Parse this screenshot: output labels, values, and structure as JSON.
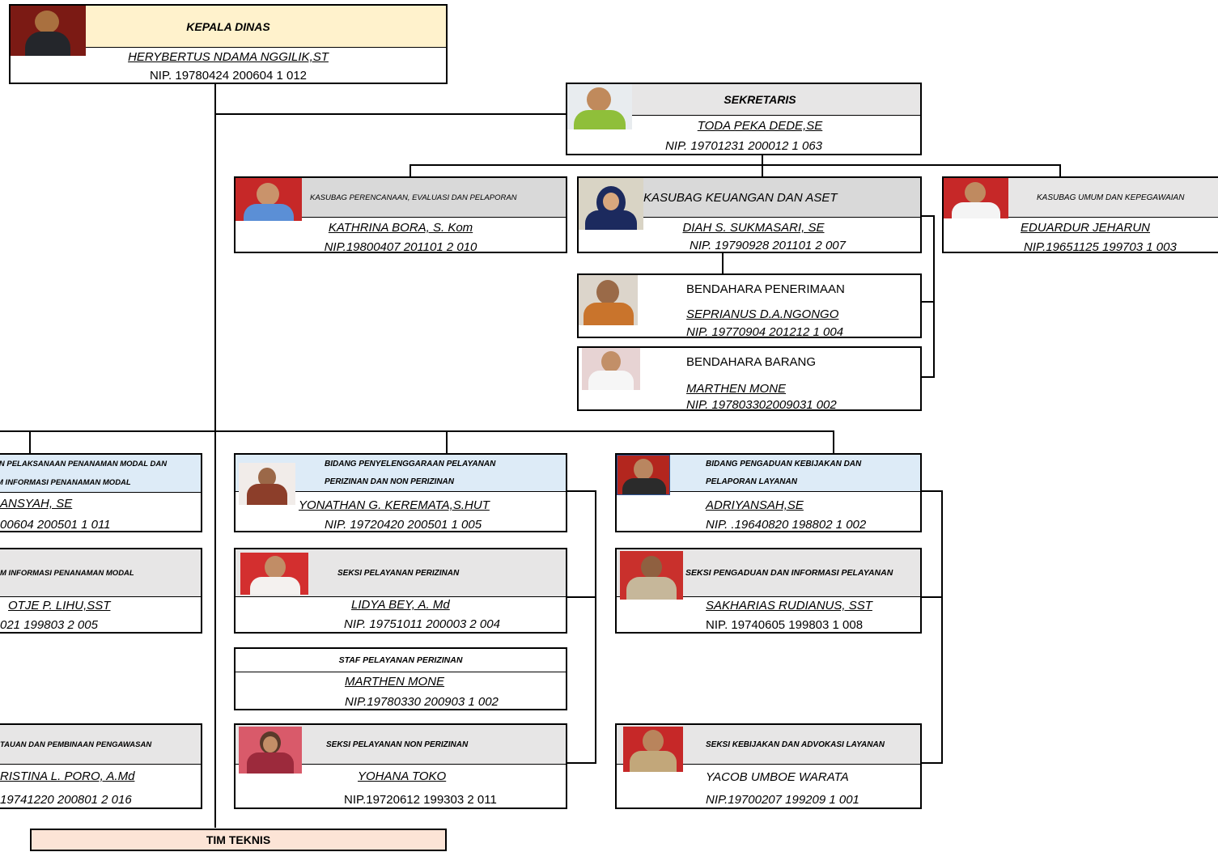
{
  "kepala": {
    "title": "KEPALA DINAS",
    "name": "HERYBERTUS NDAMA NGGILIK,ST",
    "nip": "NIP. 19780424 200604 1 012"
  },
  "sekretaris": {
    "title": "SEKRETARIS",
    "name": "TODA PEKA DEDE,SE",
    "nip": "NIP. 19701231 200012 1 063"
  },
  "kasubag_perencanaan": {
    "title": "KASUBAG PERENCANAAN, EVALUASI DAN PELAPORAN",
    "name": "KATHRINA BORA, S. Kom",
    "nip": "NIP.19800407 201101 2 010"
  },
  "kasubag_keuangan": {
    "title": "KASUBAG KEUANGAN DAN ASET",
    "name": "DIAH S. SUKMASARI, SE",
    "nip": "NIP. 19790928 201101 2 007"
  },
  "kasubag_umum": {
    "title": "KASUBAG UMUM DAN KEPEGAWAIAN",
    "name": "EDUARDUR JEHARUN",
    "nip": "NIP.19651125 199703 1 003"
  },
  "bendahara_penerimaan": {
    "title": "BENDAHARA PENERIMAAN",
    "name": "SEPRIANUS D.A.NGONGO",
    "nip": "NIP. 19770904 201212 1 004"
  },
  "bendahara_barang": {
    "title": "BENDAHARA BARANG",
    "name": "MARTHEN MONE",
    "nip": "NIP. 197803302009031  002"
  },
  "bidang_pengendalian": {
    "title_line1": "AN PELAKSANAAN PENANAMAN MODAL DAN",
    "title_line2": "M INFORMASI PENANAMAN MODAL",
    "name": "ANSYAH, SE",
    "nip": "00604 200501 1 011"
  },
  "seksi_sistem_informasi": {
    "title": "M INFORMASI PENANAMAN MODAL",
    "name": "OTJE P. LIHU,SST",
    "nip": "021 199803 2 005"
  },
  "seksi_pemantauan": {
    "title": "TAUAN DAN PEMBINAAN PENGAWASAN",
    "name": "RISTINA L. PORO, A.Md",
    "nip": "19741220 200801 2 016"
  },
  "bidang_penyelenggaraan": {
    "title_line1": "BIDANG PENYELENGGARAAN PELAYANAN",
    "title_line2": "PERIZINAN DAN NON PERIZINAN",
    "name": "YONATHAN G. KEREMATA,S.HUT",
    "nip": "NIP. 19720420 200501 1 005"
  },
  "seksi_perizinan": {
    "title": "SEKSI PELAYANAN PERIZINAN",
    "name": "LIDYA BEY, A. Md",
    "nip": "NIP. 19751011 200003 2 004"
  },
  "staf_perizinan": {
    "title": "STAF PELAYANAN PERIZINAN",
    "name": "MARTHEN MONE",
    "nip": "NIP.19780330 200903 1 002"
  },
  "seksi_non_perizinan": {
    "title": "SEKSI PELAYANAN NON PERIZINAN",
    "name": "YOHANA TOKO",
    "nip": "NIP.19720612 199303 2 011"
  },
  "bidang_pengaduan": {
    "title_line1": "BIDANG PENGADUAN KEBIJAKAN DAN",
    "title_line2": "PELAPORAN LAYANAN",
    "name": "ADRIYANSAH,SE",
    "nip": "NIP. .19640820 198802 1 002"
  },
  "seksi_pengaduan": {
    "title": "SEKSI PENGADUAN DAN INFORMASI PELAYANAN",
    "name": "SAKHARIAS RUDIANUS, SST",
    "nip": "NIP. 19740605 199803 1 008"
  },
  "seksi_kebijakan": {
    "title": "SEKSI KEBIJAKAN DAN ADVOKASI LAYANAN",
    "name": "YACOB UMBOE WARATA",
    "nip": "NIP.19700207 199209 1 001"
  },
  "tim_teknis": {
    "title": "TIM TEKNIS"
  },
  "colors": {
    "kepala_header": "#fff2cc",
    "grey_header": "#e7e6e6",
    "blue_header": "#ddebf7",
    "tim_teknis": "#fce4d6",
    "photo_red": "#c0392b",
    "photo_blue": "#5b8fd6"
  }
}
